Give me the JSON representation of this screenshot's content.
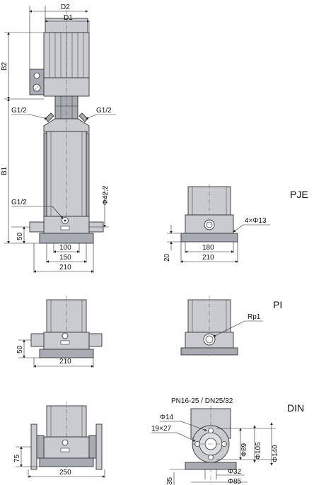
{
  "labels": {
    "d2": "D2",
    "d1": "D1",
    "b2": "B2",
    "b1": "B1",
    "g12_left": "G1/2",
    "g12_right": "G1/2",
    "g12_lower": "G1/2",
    "phi42": "Φ42.2",
    "h50_main": "50",
    "w100": "100",
    "w150": "150",
    "w210_main": "210",
    "pje": "PJE",
    "holes": "4×Φ13",
    "h20": "20",
    "w180": "180",
    "w210_pje": "210",
    "pi": "PI",
    "rp1": "Rp1",
    "h50_pi": "50",
    "w210_pi": "210",
    "din": "DIN",
    "pn": "PN16-25 / DN25/32",
    "phi14": "Φ14",
    "slot": "19×27",
    "h75": "75",
    "w250": "250",
    "phi89": "Φ89",
    "phi105": "Φ105",
    "phi140": "Φ140",
    "phi32": "Φ32",
    "phi85": "Φ85",
    "h35": "35"
  }
}
